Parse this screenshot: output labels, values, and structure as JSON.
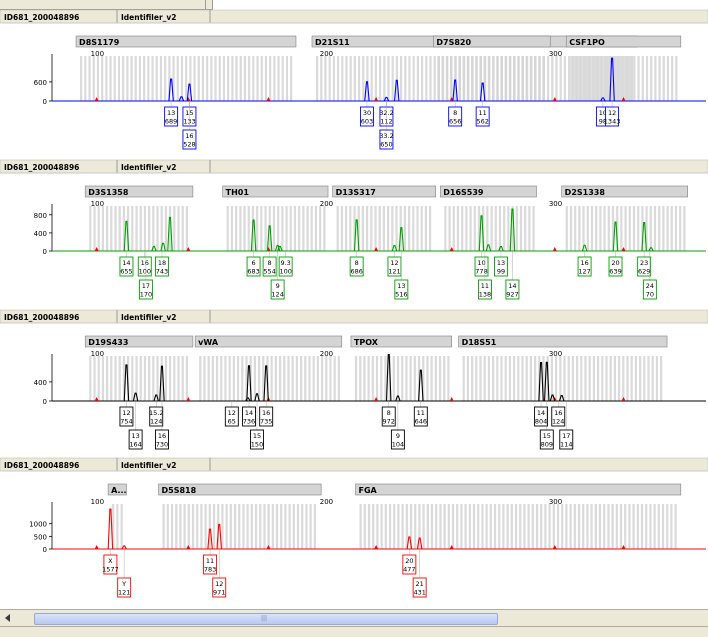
{
  "colors": {
    "blue": "#0000ff",
    "green": "#00a000",
    "black": "#000000",
    "red": "#ff0000",
    "bin": "#d3d3d3",
    "marker_bar": "#d4d4d4"
  },
  "panels": [
    {
      "sample": "ID681_200048896",
      "kit": "Identifiler_v2",
      "dye": "blue",
      "markers": [
        {
          "name": "D8S1179",
          "start": 91,
          "end": 187
        },
        {
          "name": "D21S11",
          "start": 194,
          "end": 336
        },
        {
          "name": "D7S820",
          "start": 247,
          "end": 298
        },
        {
          "name": "CSF1PO",
          "start": 305,
          "end": 355
        }
      ],
      "ticks": [
        100,
        200,
        300
      ],
      "ylim": [
        0,
        1350
      ],
      "yticks": [
        0,
        600
      ],
      "peaks": [
        {
          "x": 132.5,
          "h": 689
        },
        {
          "x": 137.0,
          "h": 133
        },
        {
          "x": 140.5,
          "h": 528
        },
        {
          "x": 218.0,
          "h": 603
        },
        {
          "x": 226.5,
          "h": 112
        },
        {
          "x": 231.0,
          "h": 650
        },
        {
          "x": 256.5,
          "h": 656
        },
        {
          "x": 268.5,
          "h": 562
        },
        {
          "x": 321.0,
          "h": 98
        },
        {
          "x": 325.0,
          "h": 1343
        }
      ],
      "labels": [
        {
          "x": 132.5,
          "row": 0,
          "allele": "13",
          "height": "689"
        },
        {
          "x": 140.5,
          "row": 0,
          "allele": "15",
          "height": "133"
        },
        {
          "x": 140.5,
          "row": 1,
          "allele": "16",
          "height": "528"
        },
        {
          "x": 218.0,
          "row": 0,
          "allele": "30",
          "height": "603"
        },
        {
          "x": 226.5,
          "row": 0,
          "allele": "32.2",
          "height": "112"
        },
        {
          "x": 226.5,
          "row": 1,
          "allele": "33.2",
          "height": "650"
        },
        {
          "x": 256.5,
          "row": 0,
          "allele": "8",
          "height": "656"
        },
        {
          "x": 268.5,
          "row": 0,
          "allele": "11",
          "height": "562"
        },
        {
          "x": 321.0,
          "row": 0,
          "allele": "10",
          "height": "98"
        },
        {
          "x": 325.0,
          "row": 0,
          "allele": "12",
          "height": "1343"
        }
      ]
    },
    {
      "sample": "ID681_200048896",
      "kit": "Identifiler_v2",
      "dye": "green",
      "markers": [
        {
          "name": "D3S1358",
          "start": 95,
          "end": 142
        },
        {
          "name": "TH01",
          "start": 155,
          "end": 201
        },
        {
          "name": "D13S317",
          "start": 203,
          "end": 248
        },
        {
          "name": "D16S539",
          "start": 250,
          "end": 292
        },
        {
          "name": "D2S1338",
          "start": 303,
          "end": 358
        }
      ],
      "ticks": [
        100,
        200,
        300
      ],
      "ylim": [
        0,
        950
      ],
      "yticks": [
        0,
        400,
        800
      ],
      "peaks": [
        {
          "x": 113.0,
          "h": 655
        },
        {
          "x": 125.0,
          "h": 100
        },
        {
          "x": 132.0,
          "h": 743
        },
        {
          "x": 129.0,
          "h": 170
        },
        {
          "x": 168.5,
          "h": 683
        },
        {
          "x": 175.5,
          "h": 554
        },
        {
          "x": 180.0,
          "h": 100
        },
        {
          "x": 179.0,
          "h": 124
        },
        {
          "x": 213.5,
          "h": 686
        },
        {
          "x": 233.0,
          "h": 516
        },
        {
          "x": 230.0,
          "h": 121
        },
        {
          "x": 268.0,
          "h": 778
        },
        {
          "x": 271.0,
          "h": 138
        },
        {
          "x": 276.5,
          "h": 99
        },
        {
          "x": 281.5,
          "h": 927
        },
        {
          "x": 313.0,
          "h": 127
        },
        {
          "x": 326.5,
          "h": 639
        },
        {
          "x": 339.0,
          "h": 629
        },
        {
          "x": 342.0,
          "h": 70
        }
      ],
      "labels": [
        {
          "x": 113.0,
          "row": 0,
          "allele": "14",
          "height": "655"
        },
        {
          "x": 121.0,
          "row": 0,
          "allele": "16",
          "height": "100"
        },
        {
          "x": 128.5,
          "row": 0,
          "allele": "18",
          "height": "743"
        },
        {
          "x": 121.5,
          "row": 1,
          "allele": "17",
          "height": "170"
        },
        {
          "x": 168.5,
          "row": 0,
          "allele": "6",
          "height": "683"
        },
        {
          "x": 175.5,
          "row": 0,
          "allele": "8",
          "height": "554"
        },
        {
          "x": 182.5,
          "row": 0,
          "allele": "9.3",
          "height": "100"
        },
        {
          "x": 179.0,
          "row": 1,
          "allele": "9",
          "height": "124"
        },
        {
          "x": 213.5,
          "row": 0,
          "allele": "8",
          "height": "686"
        },
        {
          "x": 230.0,
          "row": 0,
          "allele": "12",
          "height": "121"
        },
        {
          "x": 233.0,
          "row": 1,
          "allele": "13",
          "height": "516"
        },
        {
          "x": 268.0,
          "row": 0,
          "allele": "10",
          "height": "778"
        },
        {
          "x": 269.5,
          "row": 1,
          "allele": "11",
          "height": "138"
        },
        {
          "x": 276.5,
          "row": 0,
          "allele": "13",
          "height": "99"
        },
        {
          "x": 281.5,
          "row": 1,
          "allele": "14",
          "height": "927"
        },
        {
          "x": 313.0,
          "row": 0,
          "allele": "16",
          "height": "127"
        },
        {
          "x": 326.5,
          "row": 0,
          "allele": "20",
          "height": "639"
        },
        {
          "x": 339.0,
          "row": 0,
          "allele": "23",
          "height": "629"
        },
        {
          "x": 341.5,
          "row": 1,
          "allele": "24",
          "height": "70"
        }
      ]
    },
    {
      "sample": "ID681_200048896",
      "kit": "Identifiler_v2",
      "dye": "black",
      "markers": [
        {
          "name": "D19S433",
          "start": 95,
          "end": 142
        },
        {
          "name": "vWA",
          "start": 143,
          "end": 207
        },
        {
          "name": "TPOX",
          "start": 211,
          "end": 255
        },
        {
          "name": "D18S51",
          "start": 258,
          "end": 349
        }
      ],
      "ticks": [
        100,
        200,
        300
      ],
      "ylim": [
        0,
        900
      ],
      "yticks": [
        0,
        400
      ],
      "peaks": [
        {
          "x": 113.0,
          "h": 754
        },
        {
          "x": 117.0,
          "h": 164
        },
        {
          "x": 126.0,
          "h": 124
        },
        {
          "x": 128.5,
          "h": 730
        },
        {
          "x": 166.0,
          "h": 65
        },
        {
          "x": 166.5,
          "h": 736
        },
        {
          "x": 170.0,
          "h": 150
        },
        {
          "x": 174.0,
          "h": 735
        },
        {
          "x": 227.5,
          "h": 972
        },
        {
          "x": 231.5,
          "h": 104
        },
        {
          "x": 241.5,
          "h": 646
        },
        {
          "x": 294.0,
          "h": 804
        },
        {
          "x": 296.5,
          "h": 809
        },
        {
          "x": 299.0,
          "h": 124
        },
        {
          "x": 303.0,
          "h": 114
        }
      ],
      "labels": [
        {
          "x": 113.0,
          "row": 0,
          "allele": "12",
          "height": "754"
        },
        {
          "x": 117.0,
          "row": 1,
          "allele": "13",
          "height": "164"
        },
        {
          "x": 126.0,
          "row": 0,
          "allele": "15.2",
          "height": "124"
        },
        {
          "x": 128.5,
          "row": 1,
          "allele": "16",
          "height": "730"
        },
        {
          "x": 159.0,
          "row": 0,
          "allele": "12",
          "height": "65"
        },
        {
          "x": 166.5,
          "row": 0,
          "allele": "14",
          "height": "736"
        },
        {
          "x": 174.0,
          "row": 0,
          "allele": "16",
          "height": "735"
        },
        {
          "x": 170.0,
          "row": 1,
          "allele": "15",
          "height": "150"
        },
        {
          "x": 227.5,
          "row": 0,
          "allele": "8",
          "height": "972"
        },
        {
          "x": 231.5,
          "row": 1,
          "allele": "9",
          "height": "104"
        },
        {
          "x": 241.5,
          "row": 0,
          "allele": "11",
          "height": "646"
        },
        {
          "x": 294.0,
          "row": 0,
          "allele": "14",
          "height": "804"
        },
        {
          "x": 296.5,
          "row": 1,
          "allele": "15",
          "height": "809"
        },
        {
          "x": 301.5,
          "row": 0,
          "allele": "16",
          "height": "124"
        },
        {
          "x": 305.0,
          "row": 1,
          "allele": "17",
          "height": "114"
        }
      ]
    },
    {
      "sample": "ID681_200048896",
      "kit": "Identifiler_v2",
      "dye": "red",
      "markers": [
        {
          "name": "A...",
          "start": 105,
          "end": 113
        },
        {
          "name": "D5S818",
          "start": 127,
          "end": 198
        },
        {
          "name": "FGA",
          "start": 213,
          "end": 355
        }
      ],
      "ticks": [
        100,
        200,
        300
      ],
      "ylim": [
        0,
        1700
      ],
      "yticks": [
        0,
        500,
        1000
      ],
      "peaks": [
        {
          "x": 106.0,
          "h": 1577
        },
        {
          "x": 112.0,
          "h": 121
        },
        {
          "x": 149.5,
          "h": 783
        },
        {
          "x": 153.5,
          "h": 971
        },
        {
          "x": 236.5,
          "h": 477
        },
        {
          "x": 241.0,
          "h": 431
        }
      ],
      "labels": [
        {
          "x": 106.0,
          "row": 0,
          "allele": "X",
          "height": "1577"
        },
        {
          "x": 112.0,
          "row": 1,
          "allele": "Y",
          "height": "121"
        },
        {
          "x": 149.5,
          "row": 0,
          "allele": "11",
          "height": "783"
        },
        {
          "x": 153.5,
          "row": 1,
          "allele": "12",
          "height": "971"
        },
        {
          "x": 236.5,
          "row": 0,
          "allele": "20",
          "height": "477"
        },
        {
          "x": 241.0,
          "row": 1,
          "allele": "21",
          "height": "431"
        }
      ]
    }
  ]
}
